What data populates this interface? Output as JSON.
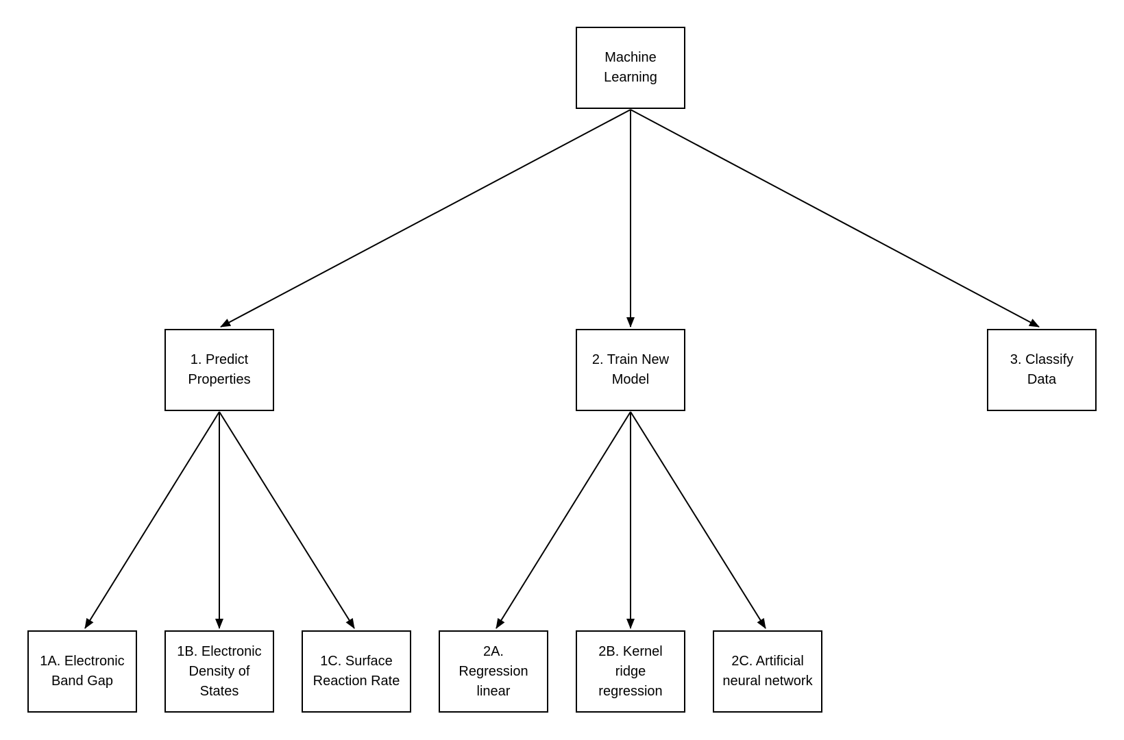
{
  "diagram": {
    "type": "tree-flowchart",
    "colors": {
      "background": "#ffffff",
      "box_fill": "#ffffff",
      "box_border": "#000000",
      "text": "#000000",
      "arrow": "#000000"
    },
    "nodes": {
      "ml": {
        "label": "Machine\nLearning"
      },
      "predict": {
        "label": "1. Predict\nProperties"
      },
      "train": {
        "label": "2. Train New\nModel"
      },
      "classify": {
        "label": "3. Classify\nData"
      },
      "bandgap": {
        "label": "1A. Electronic\nBand Gap"
      },
      "dos": {
        "label": "1B. Electronic\nDensity of\nStates"
      },
      "surface": {
        "label": "1C. Surface\nReaction Rate"
      },
      "linreg": {
        "label": "2A.\nRegression\nlinear"
      },
      "krr": {
        "label": "2B. Kernel\nridge\nregression"
      },
      "ann": {
        "label": "2C. Artificial\nneural network"
      }
    },
    "edges": [
      {
        "from": "ml",
        "to": "predict"
      },
      {
        "from": "ml",
        "to": "train"
      },
      {
        "from": "ml",
        "to": "classify"
      },
      {
        "from": "predict",
        "to": "bandgap"
      },
      {
        "from": "predict",
        "to": "dos"
      },
      {
        "from": "predict",
        "to": "surface"
      },
      {
        "from": "train",
        "to": "linreg"
      },
      {
        "from": "train",
        "to": "krr"
      },
      {
        "from": "train",
        "to": "ann"
      }
    ]
  }
}
